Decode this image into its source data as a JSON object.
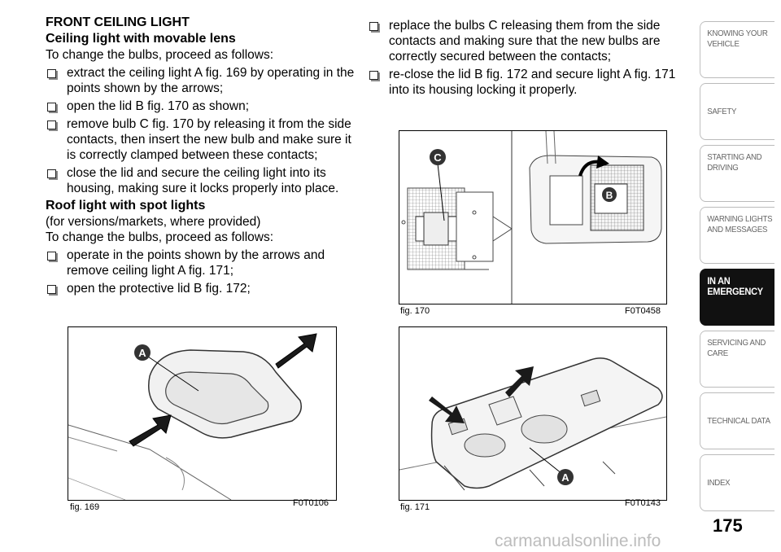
{
  "left_column": {
    "heading": "FRONT CEILING LIGHT",
    "sub1": "Ceiling light with movable lens",
    "intro1": "To change the bulbs, proceed as follows:",
    "bullets1": [
      "extract the ceiling light A fig. 169 by operating in the points shown by the arrows;",
      "open the lid B fig. 170 as shown;",
      "remove bulb C fig. 170 by releasing it from the side contacts, then insert the new bulb and make sure it is correctly clamped between these contacts;",
      "close the lid and secure the ceiling light into its housing, making sure it locks properly into place."
    ],
    "sub2": "Roof light with spot lights",
    "note2": "(for versions/markets, where provided)",
    "intro2": "To change the bulbs, proceed as follows:",
    "bullets2": [
      "operate in the points shown by the arrows and remove ceiling light A fig. 171;",
      "open the protective lid B fig. 172;"
    ]
  },
  "right_column": {
    "bullets": [
      "replace the bulbs C releasing them from the side contacts and making sure that the new bulbs are correctly secured between the contacts;",
      "re-close the lid B fig. 172 and secure light A fig. 171 into its housing locking it properly."
    ]
  },
  "figures": {
    "fig169": {
      "caption": "fig. 169",
      "code": "F0T0106",
      "label_a": "A"
    },
    "fig170": {
      "caption": "fig. 170",
      "code": "F0T0458",
      "label_b": "B",
      "label_c": "C"
    },
    "fig171": {
      "caption": "fig. 171",
      "code": "F0T0143",
      "label_a": "A"
    }
  },
  "tabs": [
    {
      "line1": "KNOWING YOUR",
      "line2": "VEHICLE"
    },
    {
      "line1": "SAFETY",
      "line2": ""
    },
    {
      "line1": "STARTING AND",
      "line2": "DRIVING"
    },
    {
      "line1": "WARNING LIGHTS",
      "line2": "AND MESSAGES"
    },
    {
      "line1": "IN AN",
      "line2": "EMERGENCY"
    },
    {
      "line1": "SERVICING AND",
      "line2": "CARE"
    },
    {
      "line1": "TECHNICAL DATA",
      "line2": ""
    },
    {
      "line1": "INDEX",
      "line2": ""
    }
  ],
  "active_tab": "IN AN EMERGENCY",
  "page_number": "175",
  "watermark": "carmanualsonline.info"
}
